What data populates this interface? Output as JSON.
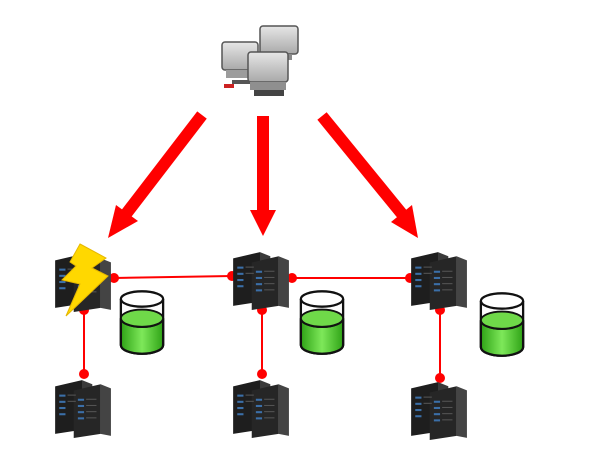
{
  "diagram": {
    "clients": {
      "icon": "computer-workstations-icon"
    },
    "nodes": [
      {
        "id": "node-left",
        "icon": "server-rack-icon",
        "status": "failed",
        "status_icon": "lightning-bolt-icon",
        "has_storage": true,
        "has_child_server": true
      },
      {
        "id": "node-center",
        "icon": "server-rack-icon",
        "status": "ok",
        "has_storage": true,
        "has_child_server": true
      },
      {
        "id": "node-right",
        "icon": "server-rack-icon",
        "status": "ok",
        "has_storage": true,
        "has_child_server": true
      }
    ],
    "storage": {
      "icon": "database-cylinder-icon",
      "fill_fraction": 0.6
    },
    "colors": {
      "arrow": "#ff0000",
      "link": "#ff0000",
      "server": "#2b2b2b",
      "server_light": "#3b6fa8",
      "db_liquid": "#4dcf2f",
      "db_outline": "#111111",
      "bolt": "#ffd800",
      "computer_body": "#c9c9c9"
    }
  }
}
